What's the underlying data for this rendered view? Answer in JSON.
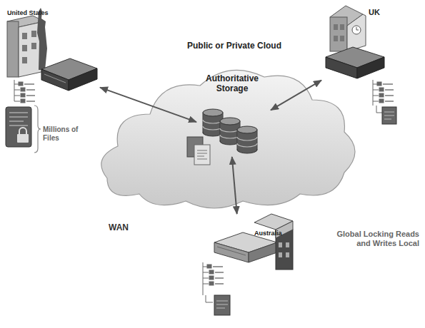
{
  "diagram": {
    "nodes": [
      {
        "text": [
          "Public or Private Cloud"
        ]
      },
      {
        "text": [
          "Authoritative Storage"
        ],
        "in": 0
      },
      {
        "text": [
          "United States"
        ]
      },
      {
        "text": [
          "UK"
        ]
      },
      {
        "text": [
          "Australia"
        ]
      }
    ],
    "edges": [
      {
        "from": 2,
        "to": 1,
        "arrow": "both"
      },
      {
        "from": 3,
        "to": 1,
        "arrow": "both"
      },
      {
        "from": 4,
        "to": 1,
        "arrow": "both"
      }
    ],
    "labels": [
      "Millions of Files",
      "WAN",
      "Global Locking Reads and Writes Local"
    ]
  }
}
